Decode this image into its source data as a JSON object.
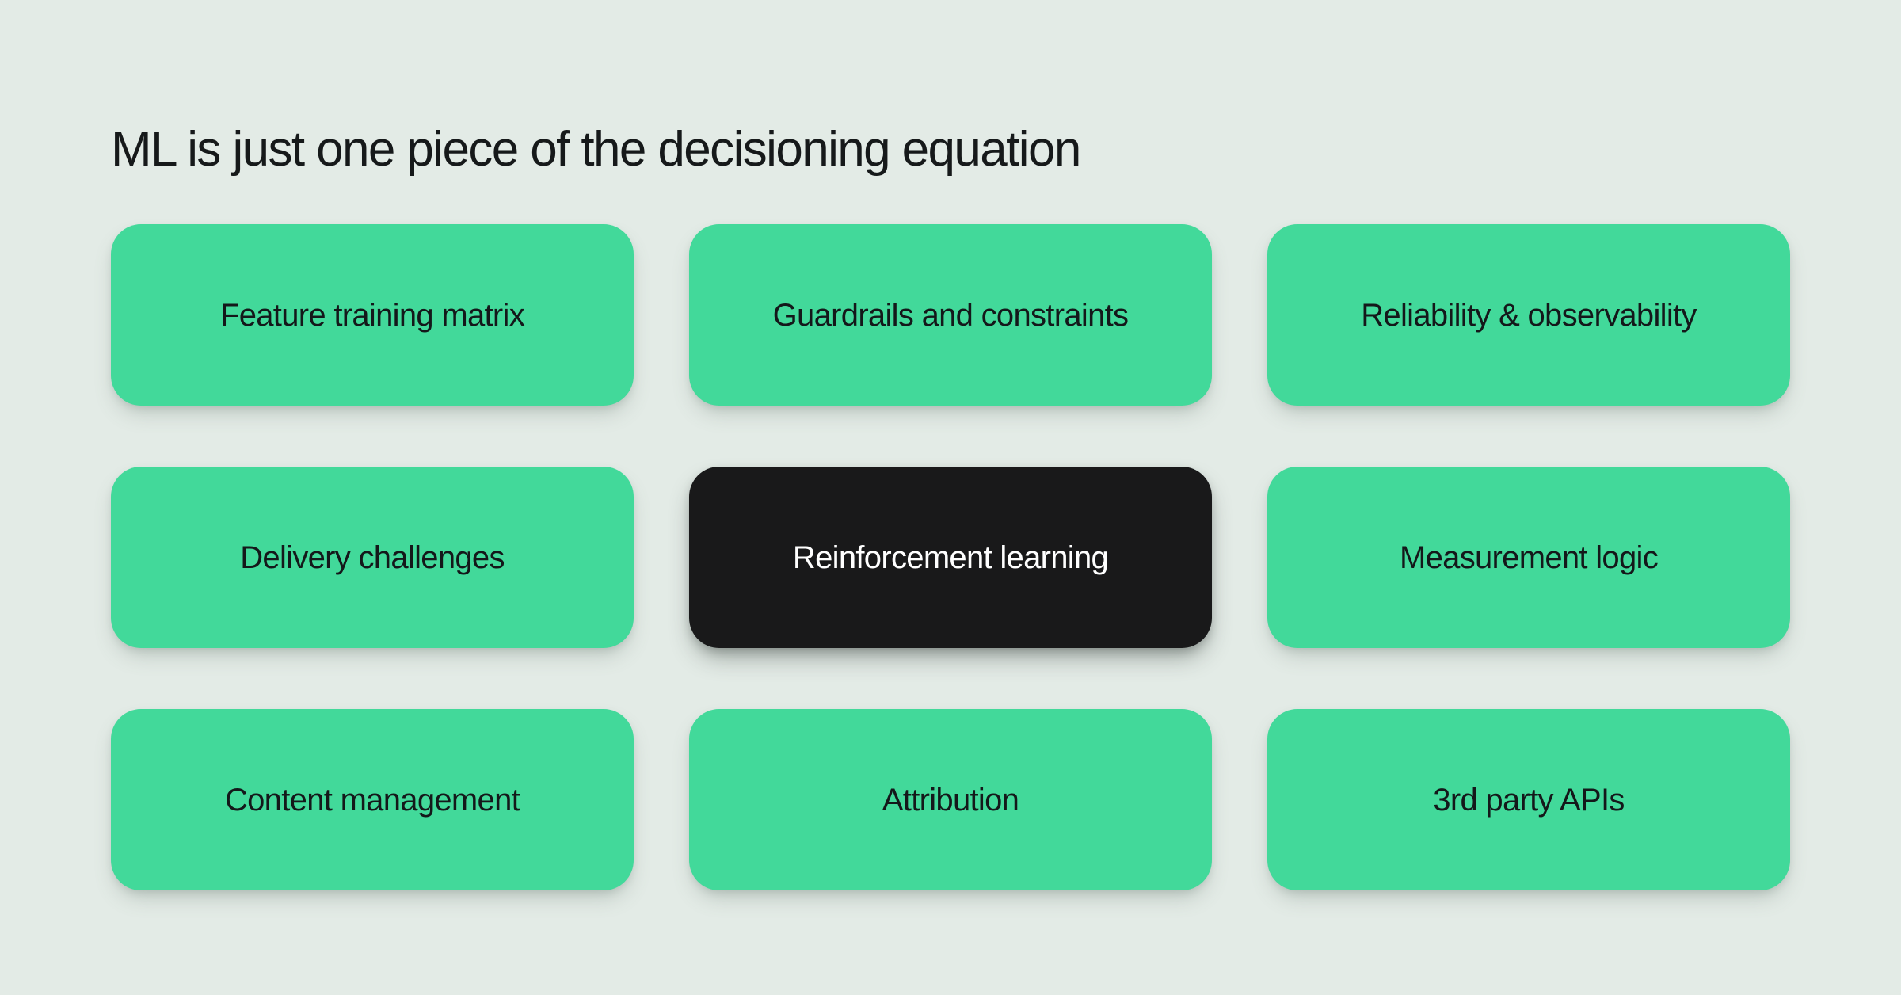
{
  "slide": {
    "title": "ML is just one piece of the decisioning equation",
    "background_color": "#e3ebe6",
    "accent_color": "#42d99a",
    "highlight_color": "#19191a",
    "text_color": "#14181a",
    "highlight_text_color": "#ffffff"
  },
  "grid": {
    "columns": 3,
    "rows": 3,
    "cards": [
      {
        "label": "Feature training matrix",
        "highlighted": false
      },
      {
        "label": "Guardrails and constraints",
        "highlighted": false
      },
      {
        "label": "Reliability & observability",
        "highlighted": false
      },
      {
        "label": "Delivery challenges",
        "highlighted": false
      },
      {
        "label": "Reinforcement learning",
        "highlighted": true
      },
      {
        "label": "Measurement logic",
        "highlighted": false
      },
      {
        "label": "Content management",
        "highlighted": false
      },
      {
        "label": "Attribution",
        "highlighted": false
      },
      {
        "label": "3rd party APIs",
        "highlighted": false
      }
    ]
  }
}
